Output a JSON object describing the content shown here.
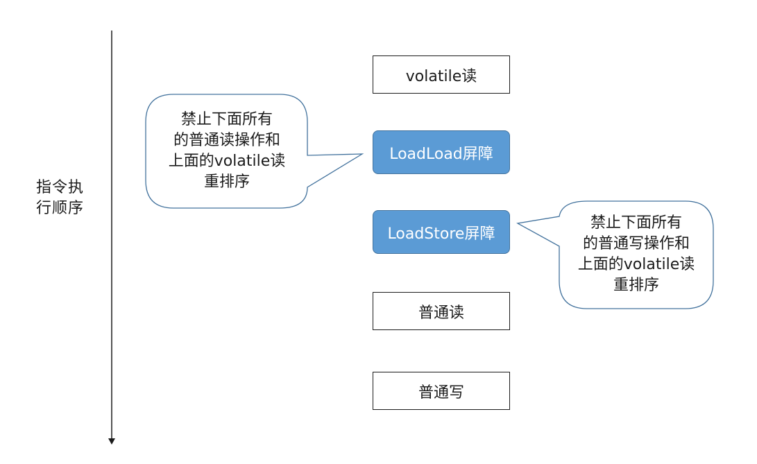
{
  "axis": {
    "label": "指令执\n行顺序"
  },
  "boxes": {
    "volatile_read": "volatile读",
    "loadload_barrier": "LoadLoad屏障",
    "loadstore_barrier": "LoadStore屏障",
    "normal_read": "普通读",
    "normal_write": "普通写"
  },
  "callouts": {
    "loadload_note": "禁止下面所有\n的普通读操作和\n上面的volatile读\n重排序",
    "loadstore_note": "禁止下面所有\n的普通写操作和\n上面的volatile读\n重排序"
  },
  "colors": {
    "barrier_fill": "#5b9bd5",
    "barrier_border": "#41719c",
    "callout_border": "#41719c"
  }
}
